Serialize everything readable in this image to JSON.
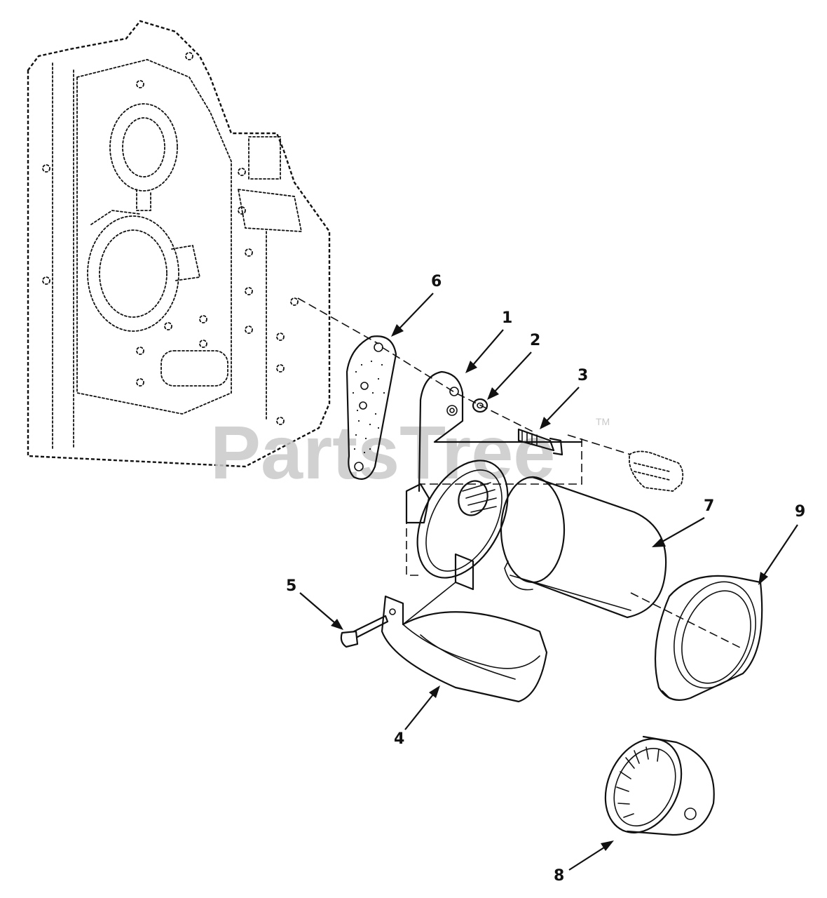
{
  "watermark": {
    "brand": "PartsTree",
    "trademark": "TM"
  },
  "callouts": [
    {
      "id": "1",
      "label": "1"
    },
    {
      "id": "2",
      "label": "2"
    },
    {
      "id": "3",
      "label": "3"
    },
    {
      "id": "4",
      "label": "4"
    },
    {
      "id": "5",
      "label": "5"
    },
    {
      "id": "6",
      "label": "6"
    },
    {
      "id": "7",
      "label": "7"
    },
    {
      "id": "8",
      "label": "8"
    },
    {
      "id": "9",
      "label": "9"
    }
  ]
}
